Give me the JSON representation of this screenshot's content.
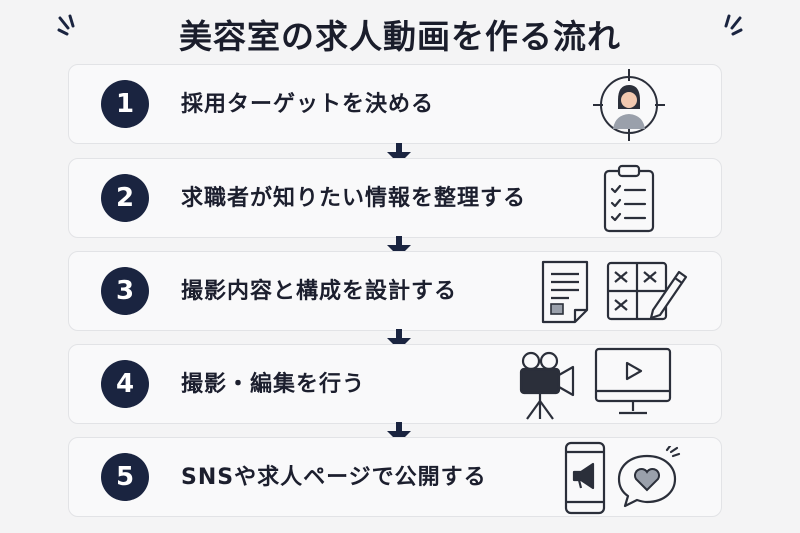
{
  "title": "美容室の求人動画を作る流れ",
  "steps": [
    {
      "number": "1",
      "label": "採用ターゲットを決める",
      "icons": [
        "target-person-icon"
      ]
    },
    {
      "number": "2",
      "label": "求職者が知りたい情報を整理する",
      "icons": [
        "clipboard-checklist-icon"
      ]
    },
    {
      "number": "3",
      "label": "撮影内容と構成を設計する",
      "icons": [
        "document-icon",
        "storyboard-pencil-icon"
      ]
    },
    {
      "number": "4",
      "label": "撮影・編集を行う",
      "icons": [
        "video-camera-tripod-icon",
        "monitor-play-icon"
      ]
    },
    {
      "number": "5",
      "label": "SNSや求人ページで公開する",
      "icons": [
        "smartphone-megaphone-icon",
        "speech-bubble-heart-icon"
      ]
    }
  ],
  "colors": {
    "badge": "#1a2440",
    "text": "#1c1f2e",
    "background": "#f4f4f5",
    "card": "#f9f9fa"
  }
}
